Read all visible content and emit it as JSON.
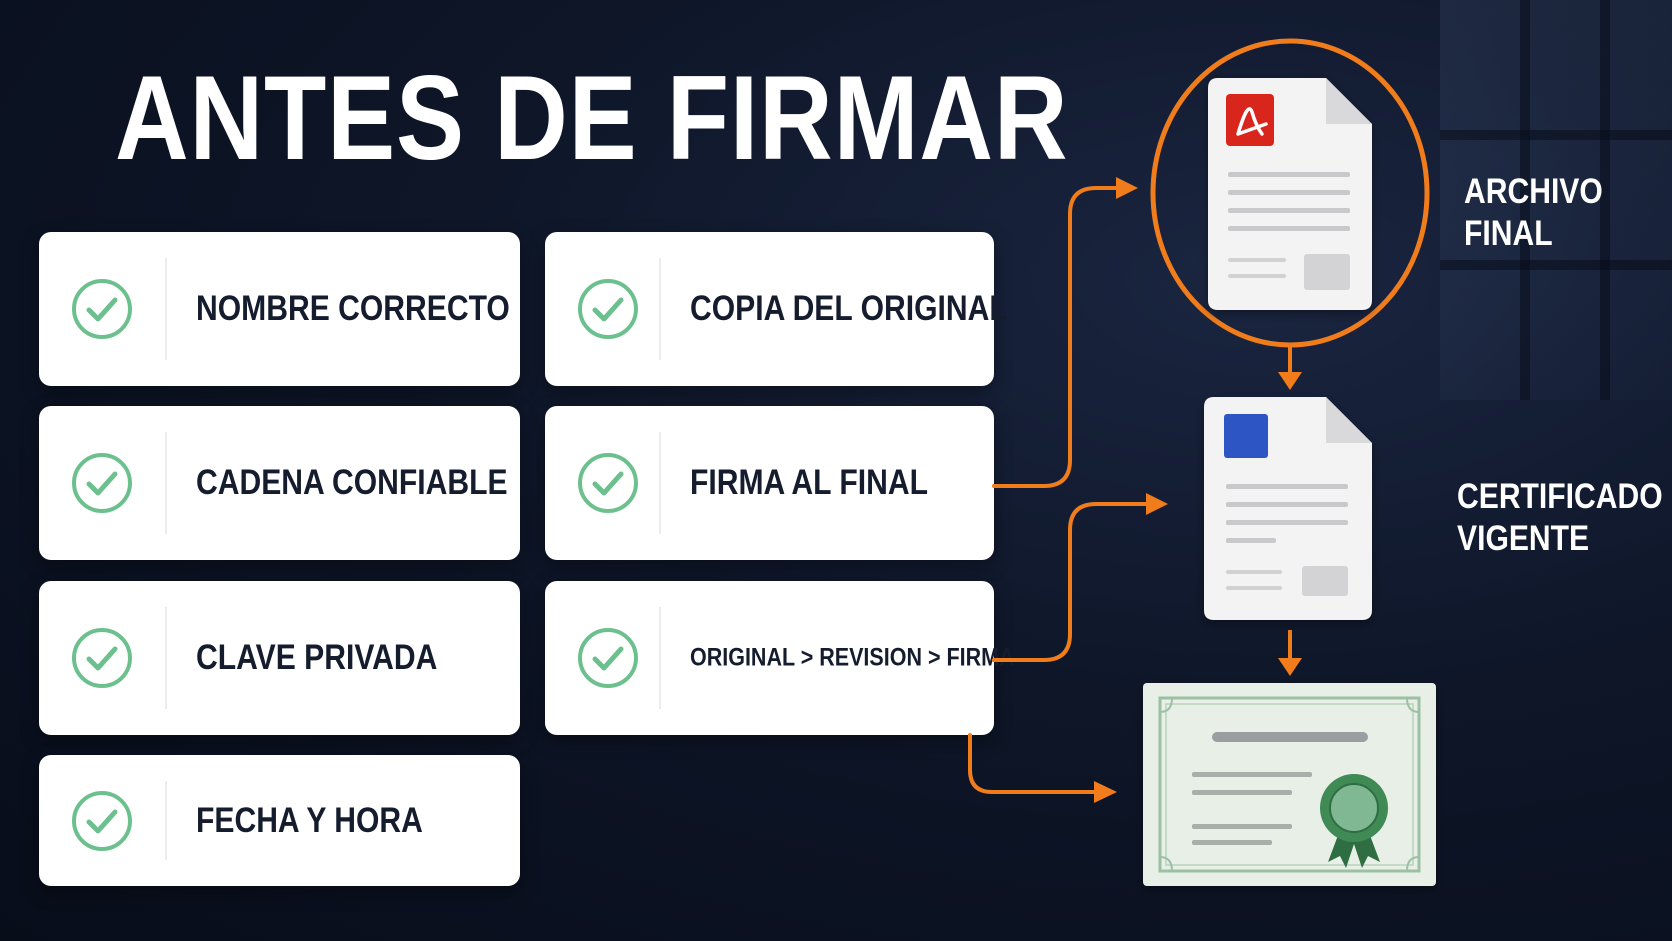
{
  "title": "ANTES DE FIRMAR",
  "checklist": [
    {
      "label": "NOMBRE CORRECTO"
    },
    {
      "label": "CADENA CONFIABLE"
    },
    {
      "label": "CLAVE PRIVADA"
    },
    {
      "label": "FECHA Y HORA"
    },
    {
      "label": "COPIA DEL ORIGINAL"
    },
    {
      "label": "FIRMA AL FINAL"
    },
    {
      "label": "ORIGINAL > REVISION > FIRMA"
    }
  ],
  "side_labels": {
    "archivo_final": {
      "line1": "ARCHIVO",
      "line2": "FINAL"
    },
    "certificado_vigente": {
      "line1": "CERTIFICADO",
      "line2": "VIGENTE"
    }
  },
  "colors": {
    "accent_orange": "#f07c1c",
    "check_green": "#6cc08e",
    "pdf_red": "#d9261c",
    "doc_blue": "#2f55c4",
    "seal_green": "#3f8a55"
  },
  "icons": [
    "check-circle-icon",
    "pdf-document-icon",
    "document-icon",
    "certificate-icon",
    "seal-icon"
  ]
}
